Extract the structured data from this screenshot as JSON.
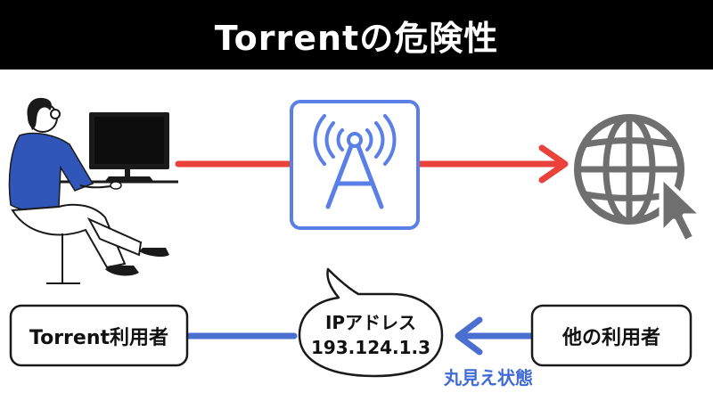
{
  "title": "Torrentの危険性",
  "nodes": {
    "user_label": "Torrent利用者",
    "ip_label": "IPアドレス",
    "ip_value": "193.124.1.3",
    "other_label": "他の利用者"
  },
  "caption": "丸見え状態",
  "colors": {
    "red_arrow": "#e8423a",
    "blue_line": "#4a6fd1",
    "tower_blue": "#5a7fe6",
    "globe_gray": "#6f6f6f"
  },
  "icons": [
    "person-at-computer-icon",
    "antenna-tower-icon",
    "globe-cursor-icon"
  ]
}
